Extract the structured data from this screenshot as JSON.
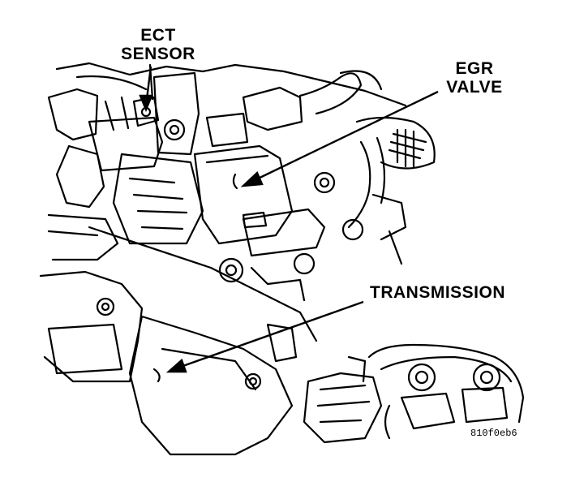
{
  "labels": {
    "ect_line1": "ECT",
    "ect_line2": "SENSOR",
    "egr_line1": "EGR",
    "egr_line2": "VALVE",
    "transmission": "TRANSMISSION"
  },
  "figure_id": "810f0eb6",
  "colors": {
    "ink": "#000000",
    "paper": "#ffffff",
    "hatch": "#000000"
  }
}
